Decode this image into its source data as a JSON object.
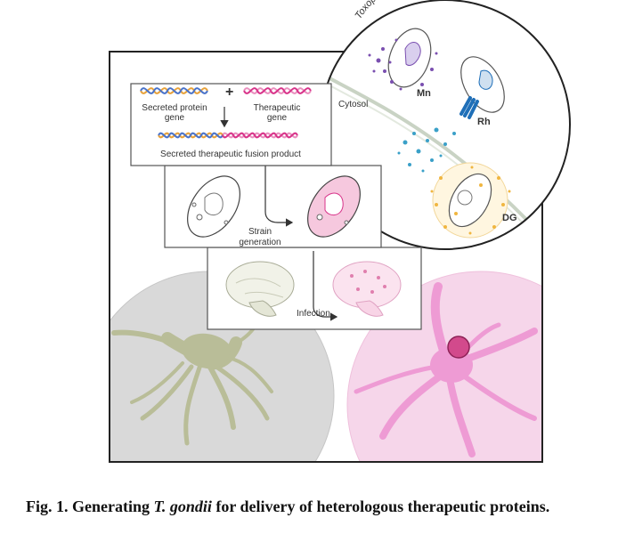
{
  "figure": {
    "gene_box": {
      "secreted_protein_gene": [
        "Secreted protein",
        "gene"
      ],
      "plus": "+",
      "therapeutic_gene": [
        "Therapeutic",
        "gene"
      ],
      "fusion_product": "Secreted therapeutic fusion product"
    },
    "strain_step": [
      "Strain",
      "generation"
    ],
    "infection_step": "Infection",
    "cytosol": "Cytosol",
    "inset_title": "Toxoplasma protein secretion systems",
    "organelles": [
      {
        "label": "Mn",
        "color": "#7a4fb0"
      },
      {
        "label": "Rh",
        "color": "#1f6fb8"
      },
      {
        "label": "DG",
        "color": "#e0a400"
      }
    ],
    "colors": {
      "dna_orange": "#e8a23a",
      "dna_blue": "#4a73c9",
      "dna_pink": "#d8348a",
      "neuron_olive": "#b9bd98",
      "neuron_pink": "#ee9bd4"
    }
  },
  "caption": {
    "prefix": "Fig. 1. Generating ",
    "species": "T. gondii",
    "suffix": " for delivery of heterologous therapeutic proteins."
  }
}
